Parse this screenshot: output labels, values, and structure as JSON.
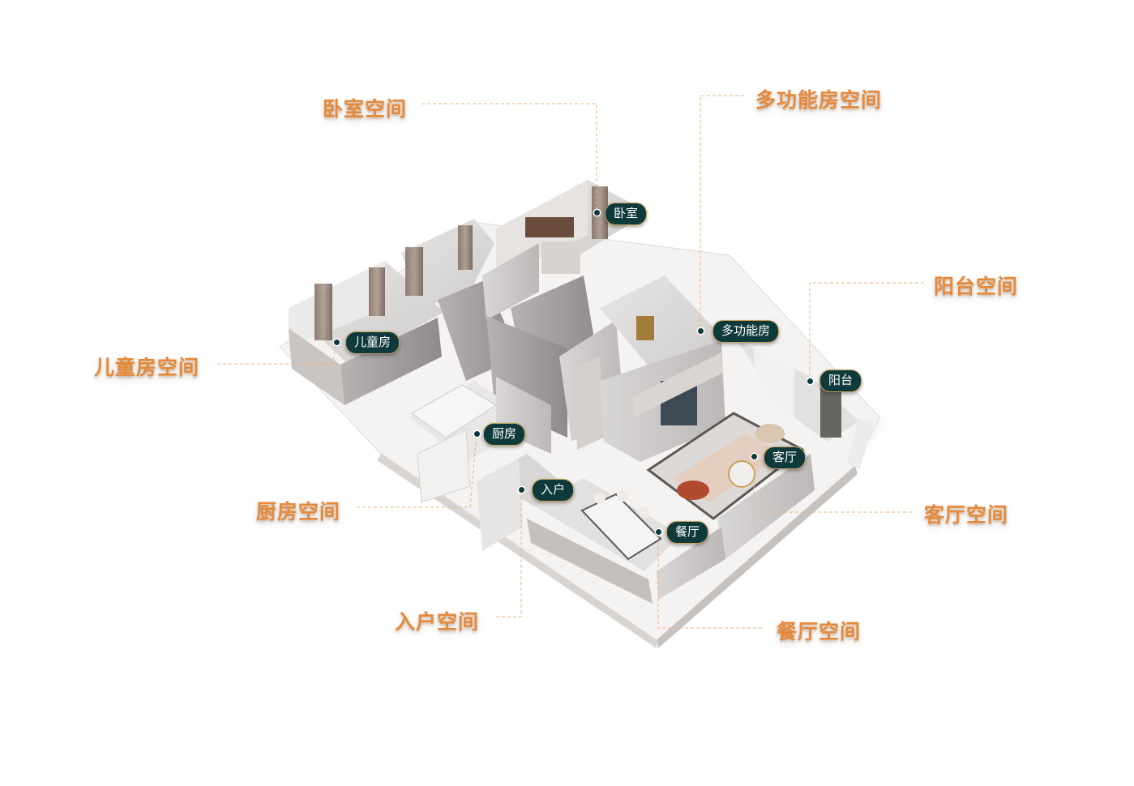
{
  "space_labels": {
    "bedroom": "卧室空间",
    "multi": "多功能房空间",
    "balcony": "阳台空间",
    "kids": "儿童房空间",
    "kitchen": "厨房空间",
    "living": "客厅空间",
    "entry": "入户空间",
    "dining": "餐厅空间"
  },
  "room_tags": {
    "bedroom": "卧室",
    "multi": "多功能房",
    "balcony": "阳台",
    "kids": "儿童房",
    "kitchen": "厨房",
    "living": "客厅",
    "entry": "入户",
    "dining": "餐厅"
  },
  "colors": {
    "label": "#e58a3c",
    "leader_line": "#e9b37a",
    "tag_bg": "#0f3a3b",
    "tag_border": "#c9a15c"
  }
}
